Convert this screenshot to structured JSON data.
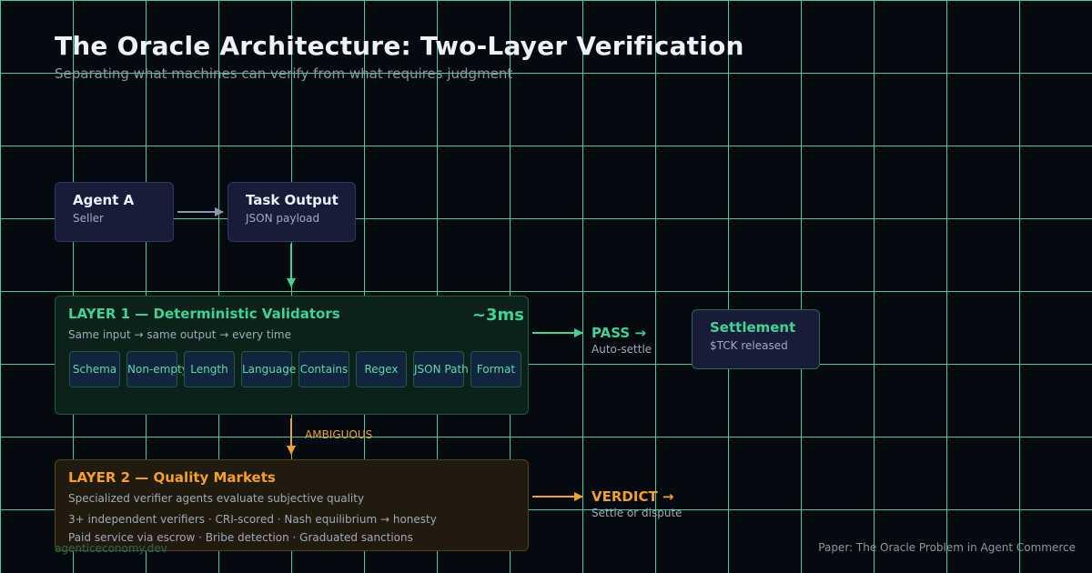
{
  "header": {
    "title": "The Oracle Architecture: Two-Layer Verification",
    "subtitle": "Separating what machines can verify from what requires judgment"
  },
  "nodes": {
    "agent": {
      "title": "Agent A",
      "subtitle": "Seller"
    },
    "task": {
      "title": "Task Output",
      "subtitle": "JSON payload"
    },
    "settlement": {
      "title": "Settlement",
      "subtitle": "$TCK released"
    }
  },
  "layer1": {
    "title": "LAYER 1 — Deterministic Validators",
    "latency": "~3ms",
    "description": "Same input → same output → every time",
    "validators": [
      "Schema",
      "Non-empty",
      "Length",
      "Language",
      "Contains",
      "Regex",
      "JSON Path",
      "Format"
    ]
  },
  "pass": {
    "label": "PASS →",
    "sub": "Auto-settle"
  },
  "ambiguous": {
    "label": "AMBIGUOUS"
  },
  "layer2": {
    "title": "LAYER 2 — Quality Markets",
    "description": "Specialized verifier agents evaluate subjective quality",
    "line1": "3+ independent verifiers  ·  CRI-scored  ·  Nash equilibrium → honesty",
    "line2": "Paid service via escrow  ·  Bribe detection  ·  Graduated sanctions"
  },
  "verdict": {
    "label": "VERDICT →",
    "sub": "Settle or dispute"
  },
  "footer": {
    "site": "agenticeconomy.dev",
    "paper": "Paper: The Oracle Problem in Agent Commerce"
  },
  "colors": {
    "background": "#050910",
    "grid": "#3fd39a",
    "layer1_accent": "#3dd494",
    "layer2_accent": "#f2a028",
    "node_fill": "#181c38",
    "flow_arrow": "#8d95a8"
  }
}
